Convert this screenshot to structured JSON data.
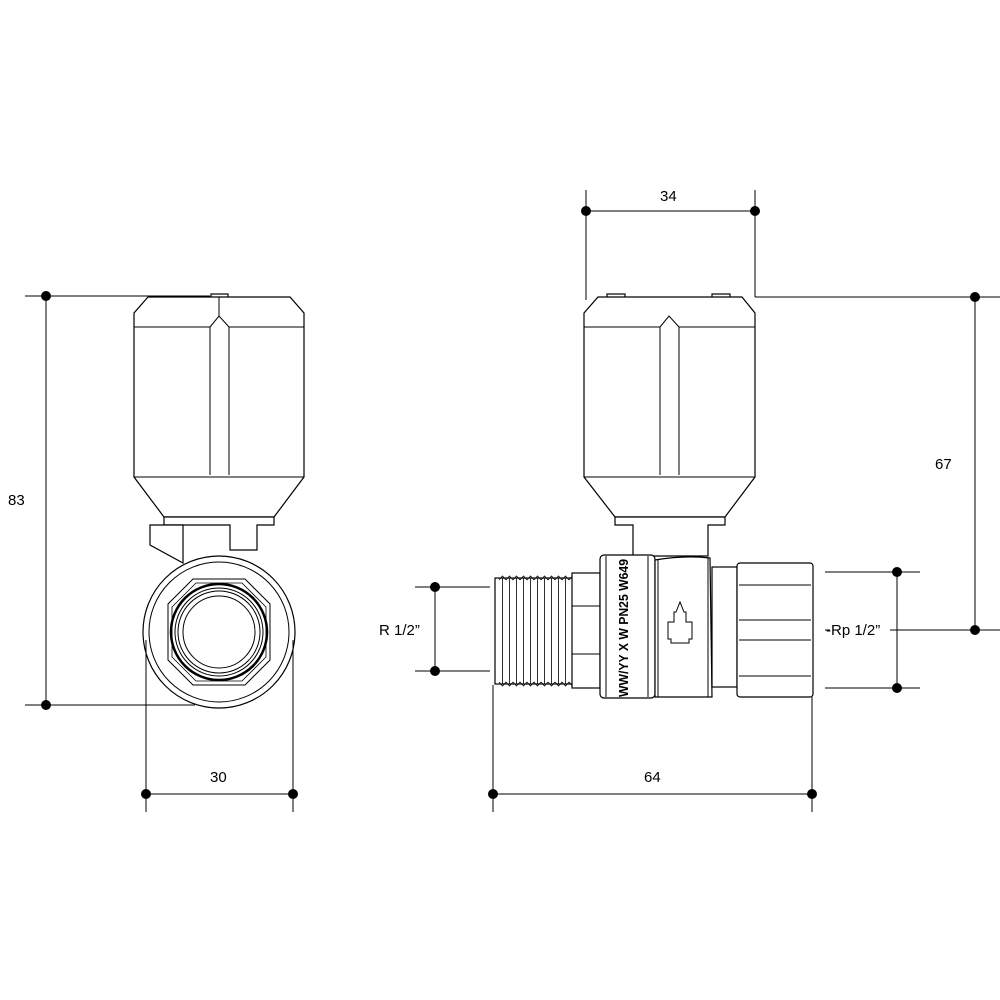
{
  "title": "Radiator valve dimension drawing",
  "dimensions": {
    "height_left": "83",
    "width_left": "30",
    "head_width": "34",
    "height_right": "67",
    "inlet_thread": "R 1/2”",
    "outlet_thread": "Rp 1/2”",
    "length": "64"
  },
  "body_marking": "WW/YY X W PN25 W649",
  "colors": {
    "line": "#000000",
    "background": "#ffffff"
  }
}
